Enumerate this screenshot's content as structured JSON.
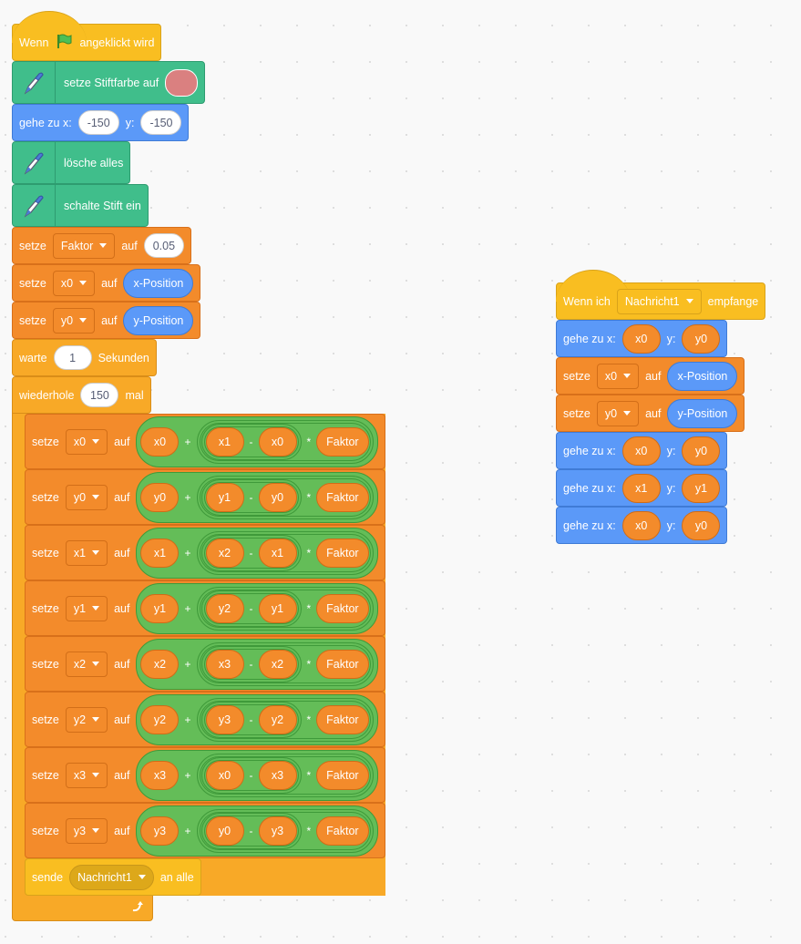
{
  "colors": {
    "events": "#F9BE21",
    "control": "#F8A927",
    "motion": "#5B99F8",
    "pen": "#40BE8B",
    "variables": "#F38B2B",
    "operators": "#64BD58",
    "pen_color_swatch": "#DA8080"
  },
  "scripts": [
    {
      "name": "green-flag-script",
      "blocks": [
        {
          "cat": "events",
          "hat": true,
          "parts": [
            {
              "t": "text",
              "v": "Wenn"
            },
            {
              "t": "icon",
              "v": "green-flag-icon"
            },
            {
              "t": "text",
              "v": "angeklickt wird"
            }
          ]
        },
        {
          "cat": "pen",
          "parts": [
            {
              "t": "text",
              "v": "setze Stiftfarbe auf"
            },
            {
              "t": "color",
              "v": "#DA8080"
            }
          ]
        },
        {
          "cat": "motion",
          "parts": [
            {
              "t": "text",
              "v": "gehe zu x:"
            },
            {
              "t": "num",
              "v": "-150"
            },
            {
              "t": "text",
              "v": "y:"
            },
            {
              "t": "num",
              "v": "-150"
            }
          ]
        },
        {
          "cat": "pen",
          "parts": [
            {
              "t": "text",
              "v": "lösche alles"
            }
          ]
        },
        {
          "cat": "pen",
          "parts": [
            {
              "t": "text",
              "v": "schalte Stift ein"
            }
          ]
        },
        {
          "cat": "variables",
          "parts": [
            {
              "t": "text",
              "v": "setze"
            },
            {
              "t": "dd",
              "v": "Faktor"
            },
            {
              "t": "text",
              "v": "auf"
            },
            {
              "t": "num",
              "v": "0.05"
            }
          ]
        },
        {
          "cat": "variables",
          "parts": [
            {
              "t": "text",
              "v": "setze"
            },
            {
              "t": "dd",
              "v": "x0"
            },
            {
              "t": "text",
              "v": "auf"
            },
            {
              "t": "sens",
              "v": "x-Position"
            }
          ]
        },
        {
          "cat": "variables",
          "parts": [
            {
              "t": "text",
              "v": "setze"
            },
            {
              "t": "dd",
              "v": "y0"
            },
            {
              "t": "text",
              "v": "auf"
            },
            {
              "t": "sens",
              "v": "y-Position"
            }
          ]
        },
        {
          "cat": "control",
          "parts": [
            {
              "t": "text",
              "v": "warte"
            },
            {
              "t": "num",
              "v": "1"
            },
            {
              "t": "text",
              "v": "Sekunden"
            }
          ]
        },
        {
          "cat": "control",
          "c": true,
          "parts": [
            {
              "t": "text",
              "v": "wiederhole"
            },
            {
              "t": "num",
              "v": "150"
            },
            {
              "t": "text",
              "v": "mal"
            }
          ],
          "inner": [
            {
              "cat": "variables",
              "expr": true,
              "parts": [
                {
                  "t": "text",
                  "v": "setze"
                },
                {
                  "t": "dd",
                  "v": "x0"
                },
                {
                  "t": "text",
                  "v": "auf"
                },
                {
                  "t": "op",
                  "v": "+",
                  "l": {
                    "t": "var",
                    "v": "x0"
                  },
                  "r": {
                    "t": "op",
                    "v": "*",
                    "l": {
                      "t": "op",
                      "v": "-",
                      "l": {
                        "t": "var",
                        "v": "x1"
                      },
                      "r": {
                        "t": "var",
                        "v": "x0"
                      }
                    },
                    "r": {
                      "t": "var",
                      "v": "Faktor"
                    }
                  }
                }
              ]
            },
            {
              "cat": "variables",
              "expr": true,
              "parts": [
                {
                  "t": "text",
                  "v": "setze"
                },
                {
                  "t": "dd",
                  "v": "y0"
                },
                {
                  "t": "text",
                  "v": "auf"
                },
                {
                  "t": "op",
                  "v": "+",
                  "l": {
                    "t": "var",
                    "v": "y0"
                  },
                  "r": {
                    "t": "op",
                    "v": "*",
                    "l": {
                      "t": "op",
                      "v": "-",
                      "l": {
                        "t": "var",
                        "v": "y1"
                      },
                      "r": {
                        "t": "var",
                        "v": "y0"
                      }
                    },
                    "r": {
                      "t": "var",
                      "v": "Faktor"
                    }
                  }
                }
              ]
            },
            {
              "cat": "variables",
              "expr": true,
              "parts": [
                {
                  "t": "text",
                  "v": "setze"
                },
                {
                  "t": "dd",
                  "v": "x1"
                },
                {
                  "t": "text",
                  "v": "auf"
                },
                {
                  "t": "op",
                  "v": "+",
                  "l": {
                    "t": "var",
                    "v": "x1"
                  },
                  "r": {
                    "t": "op",
                    "v": "*",
                    "l": {
                      "t": "op",
                      "v": "-",
                      "l": {
                        "t": "var",
                        "v": "x2"
                      },
                      "r": {
                        "t": "var",
                        "v": "x1"
                      }
                    },
                    "r": {
                      "t": "var",
                      "v": "Faktor"
                    }
                  }
                }
              ]
            },
            {
              "cat": "variables",
              "expr": true,
              "parts": [
                {
                  "t": "text",
                  "v": "setze"
                },
                {
                  "t": "dd",
                  "v": "y1"
                },
                {
                  "t": "text",
                  "v": "auf"
                },
                {
                  "t": "op",
                  "v": "+",
                  "l": {
                    "t": "var",
                    "v": "y1"
                  },
                  "r": {
                    "t": "op",
                    "v": "*",
                    "l": {
                      "t": "op",
                      "v": "-",
                      "l": {
                        "t": "var",
                        "v": "y2"
                      },
                      "r": {
                        "t": "var",
                        "v": "y1"
                      }
                    },
                    "r": {
                      "t": "var",
                      "v": "Faktor"
                    }
                  }
                }
              ]
            },
            {
              "cat": "variables",
              "expr": true,
              "parts": [
                {
                  "t": "text",
                  "v": "setze"
                },
                {
                  "t": "dd",
                  "v": "x2"
                },
                {
                  "t": "text",
                  "v": "auf"
                },
                {
                  "t": "op",
                  "v": "+",
                  "l": {
                    "t": "var",
                    "v": "x2"
                  },
                  "r": {
                    "t": "op",
                    "v": "*",
                    "l": {
                      "t": "op",
                      "v": "-",
                      "l": {
                        "t": "var",
                        "v": "x3"
                      },
                      "r": {
                        "t": "var",
                        "v": "x2"
                      }
                    },
                    "r": {
                      "t": "var",
                      "v": "Faktor"
                    }
                  }
                }
              ]
            },
            {
              "cat": "variables",
              "expr": true,
              "parts": [
                {
                  "t": "text",
                  "v": "setze"
                },
                {
                  "t": "dd",
                  "v": "y2"
                },
                {
                  "t": "text",
                  "v": "auf"
                },
                {
                  "t": "op",
                  "v": "+",
                  "l": {
                    "t": "var",
                    "v": "y2"
                  },
                  "r": {
                    "t": "op",
                    "v": "*",
                    "l": {
                      "t": "op",
                      "v": "-",
                      "l": {
                        "t": "var",
                        "v": "y3"
                      },
                      "r": {
                        "t": "var",
                        "v": "y2"
                      }
                    },
                    "r": {
                      "t": "var",
                      "v": "Faktor"
                    }
                  }
                }
              ]
            },
            {
              "cat": "variables",
              "expr": true,
              "parts": [
                {
                  "t": "text",
                  "v": "setze"
                },
                {
                  "t": "dd",
                  "v": "x3"
                },
                {
                  "t": "text",
                  "v": "auf"
                },
                {
                  "t": "op",
                  "v": "+",
                  "l": {
                    "t": "var",
                    "v": "x3"
                  },
                  "r": {
                    "t": "op",
                    "v": "*",
                    "l": {
                      "t": "op",
                      "v": "-",
                      "l": {
                        "t": "var",
                        "v": "x0"
                      },
                      "r": {
                        "t": "var",
                        "v": "x3"
                      }
                    },
                    "r": {
                      "t": "var",
                      "v": "Faktor"
                    }
                  }
                }
              ]
            },
            {
              "cat": "variables",
              "expr": true,
              "parts": [
                {
                  "t": "text",
                  "v": "setze"
                },
                {
                  "t": "dd",
                  "v": "y3"
                },
                {
                  "t": "text",
                  "v": "auf"
                },
                {
                  "t": "op",
                  "v": "+",
                  "l": {
                    "t": "var",
                    "v": "y3"
                  },
                  "r": {
                    "t": "op",
                    "v": "*",
                    "l": {
                      "t": "op",
                      "v": "-",
                      "l": {
                        "t": "var",
                        "v": "y0"
                      },
                      "r": {
                        "t": "var",
                        "v": "y3"
                      }
                    },
                    "r": {
                      "t": "var",
                      "v": "Faktor"
                    }
                  }
                }
              ]
            },
            {
              "cat": "events",
              "parts": [
                {
                  "t": "text",
                  "v": "sende"
                },
                {
                  "t": "msg",
                  "v": "Nachricht1"
                },
                {
                  "t": "text",
                  "v": "an alle"
                }
              ]
            }
          ]
        }
      ]
    },
    {
      "name": "receive-message-script",
      "blocks": [
        {
          "cat": "events",
          "hat": true,
          "parts": [
            {
              "t": "text",
              "v": "Wenn ich"
            },
            {
              "t": "evdd",
              "v": "Nachricht1"
            },
            {
              "t": "text",
              "v": "empfange"
            }
          ]
        },
        {
          "cat": "motion",
          "parts": [
            {
              "t": "text",
              "v": "gehe zu x:"
            },
            {
              "t": "var",
              "v": "x0"
            },
            {
              "t": "text",
              "v": "y:"
            },
            {
              "t": "var",
              "v": "y0"
            }
          ]
        },
        {
          "cat": "variables",
          "parts": [
            {
              "t": "text",
              "v": "setze"
            },
            {
              "t": "dd",
              "v": "x0"
            },
            {
              "t": "text",
              "v": "auf"
            },
            {
              "t": "sens",
              "v": "x-Position"
            }
          ]
        },
        {
          "cat": "variables",
          "parts": [
            {
              "t": "text",
              "v": "setze"
            },
            {
              "t": "dd",
              "v": "y0"
            },
            {
              "t": "text",
              "v": "auf"
            },
            {
              "t": "sens",
              "v": "y-Position"
            }
          ]
        },
        {
          "cat": "motion",
          "parts": [
            {
              "t": "text",
              "v": "gehe zu x:"
            },
            {
              "t": "var",
              "v": "x0"
            },
            {
              "t": "text",
              "v": "y:"
            },
            {
              "t": "var",
              "v": "y0"
            }
          ]
        },
        {
          "cat": "motion",
          "parts": [
            {
              "t": "text",
              "v": "gehe zu x:"
            },
            {
              "t": "var",
              "v": "x1"
            },
            {
              "t": "text",
              "v": "y:"
            },
            {
              "t": "var",
              "v": "y1"
            }
          ]
        },
        {
          "cat": "motion",
          "parts": [
            {
              "t": "text",
              "v": "gehe zu x:"
            },
            {
              "t": "var",
              "v": "x0"
            },
            {
              "t": "text",
              "v": "y:"
            },
            {
              "t": "var",
              "v": "y0"
            }
          ]
        }
      ]
    }
  ]
}
